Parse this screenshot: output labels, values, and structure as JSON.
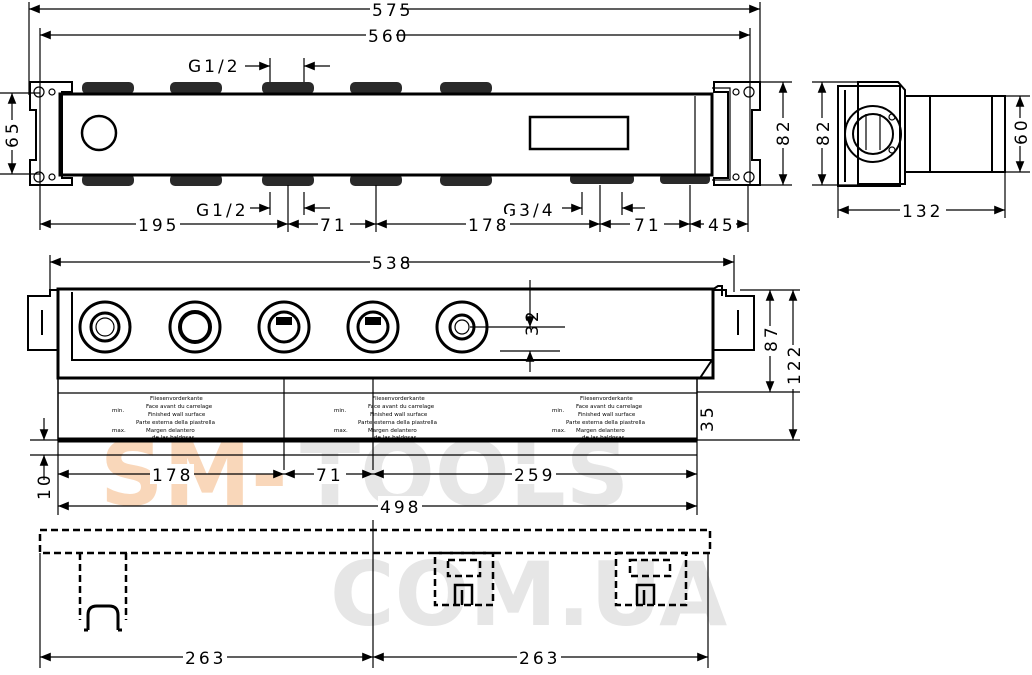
{
  "dimensions": {
    "top_overall": "575",
    "top_inner": "560",
    "g12_top": "G1/2",
    "g12_bottom": "G1/2",
    "g34": "G3/4",
    "h65": "65",
    "h82_top": "82",
    "d195": "195",
    "d71_a": "71",
    "d178_top": "178",
    "d71_b": "71",
    "d45": "45",
    "side_82": "82",
    "side_60": "60",
    "side_132": "132",
    "front_538": "538",
    "front_32": "32",
    "front_87": "87",
    "front_122": "122",
    "front_35": "35",
    "front_10": "10",
    "front_178": "178",
    "front_71": "71",
    "front_259": "259",
    "front_498": "498",
    "bottom_263_left": "263",
    "bottom_263_right": "263"
  },
  "plate_labels": {
    "lines": [
      "Fliesenvorderkante",
      "Face avant du carrelage",
      "Finished wall surface",
      "Parte esterna della piastrella",
      "Margen delantero",
      "de las baldosas"
    ],
    "min": "min.",
    "max": "max."
  },
  "watermark": {
    "line1_a": "SM-",
    "line1_b": "TOOLS",
    "line2": "COM.UA"
  },
  "colors": {
    "watermark_orange": "#f2a868",
    "watermark_gray": "#c8c8c8"
  }
}
